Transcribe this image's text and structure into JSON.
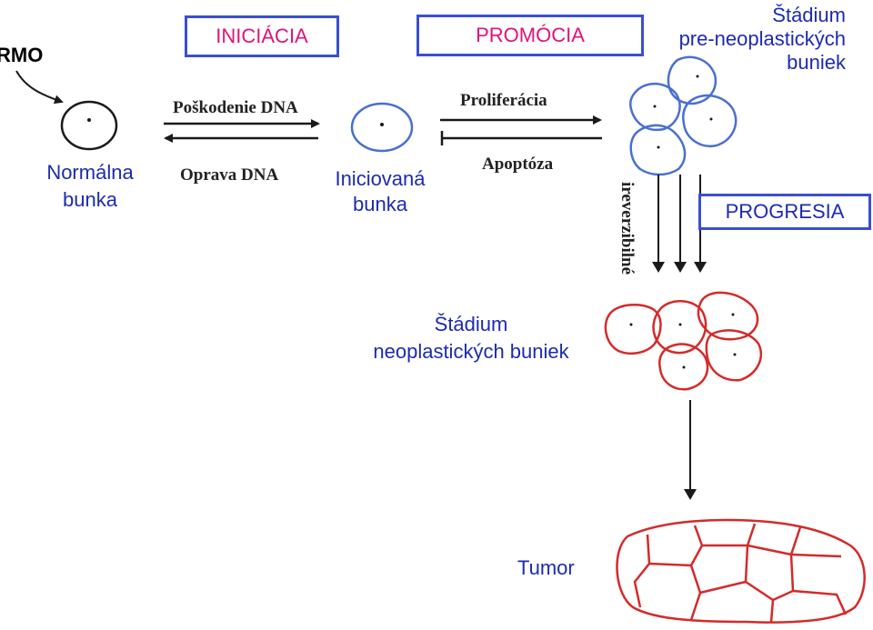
{
  "labels": {
    "rmo": "RMO",
    "iniciacia": "INICIÁCIA",
    "promocia": "PROMÓCIA",
    "pre_stage_line1": "Štádium",
    "pre_stage_line2": "pre-neoplastických",
    "pre_stage_line3": "buniek",
    "poskodenie": "Poškodenie DNA",
    "proliferacia": "Proliferácia",
    "normal_line1": "Normálna",
    "normal_line2": "bunka",
    "oprava": "Oprava DNA",
    "initiated_line1": "Iniciovaná",
    "initiated_line2": "bunka",
    "apoptoza": "Apoptóza",
    "ireverzibilne": "ireverzibilné",
    "progresia": "PROGRESIA",
    "neo_stage_line1": "Štádium",
    "neo_stage_line2": "neoplastických buniek",
    "tumor": "Tumor"
  },
  "colors": {
    "text_blue": "#1c2bb0",
    "title_pink": "#e0137a",
    "box_border": "#3a4fcf",
    "cell_blue": "#4a6fd1",
    "cell_red": "#d42a2a",
    "arrow": "#1a1a1a"
  }
}
